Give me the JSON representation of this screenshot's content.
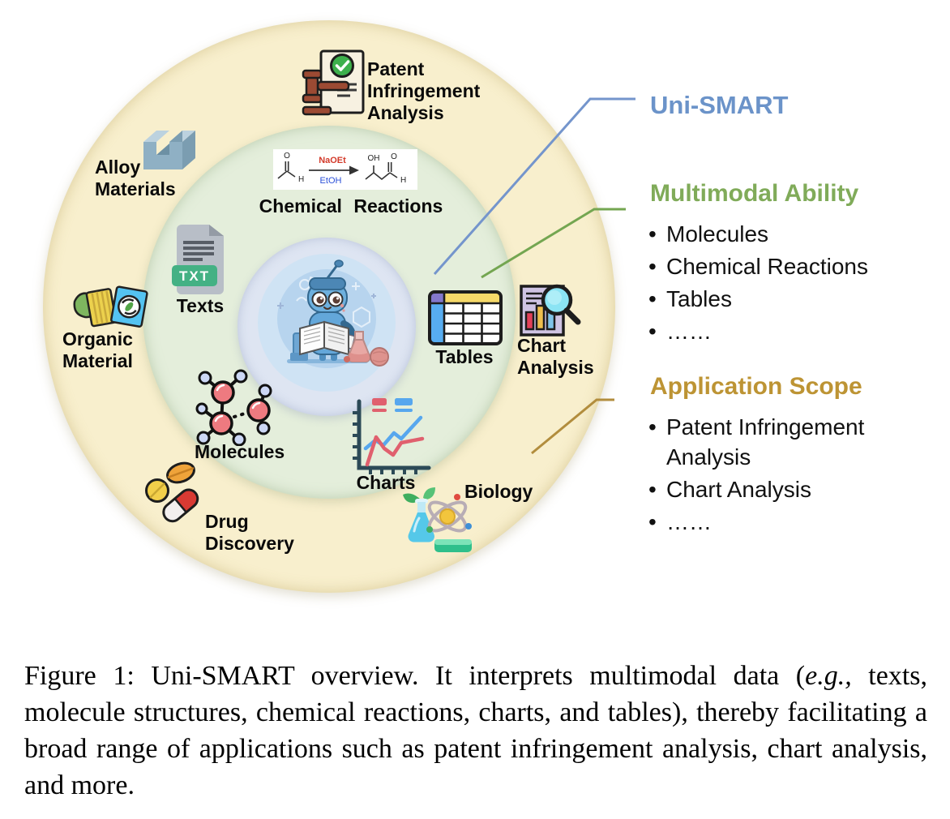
{
  "colors": {
    "outer_ring": "#f8efcd",
    "middle_ring": "#e4eedb",
    "inner_circle": "#dee5f2",
    "robot_background": "#cfe3f4",
    "uni_smart_blue": "#6b93c9",
    "multimodal_green": "#80ab59",
    "application_gold": "#bd9434",
    "label_black": "#0a0a0a"
  },
  "icons": {
    "patent-icon": "document with gavel and green check",
    "alloy-icon": "steel U-channel extrusion",
    "texts-icon": "TXT file document",
    "organic-icon": "stacked recycled-material cards with leaf",
    "robot-icon": "Uni-SMART robot mascot reading a book among flasks",
    "tables-icon": "spreadsheet table grid",
    "chart-analysis-icon": "bar chart document with magnifying glass",
    "molecules-icon": "ball-and-stick molecule structure",
    "charts-icon": "line chart with axes and legend",
    "biology-icon": "flask with plant, atom and petri dish",
    "drug-icon": "pills and capsule"
  },
  "diagram": {
    "labels": {
      "patent": "Patent\nInfringement\nAnalysis",
      "alloy": "Alloy\nMaterials",
      "chemical": "Chemical Reactions",
      "texts": "Texts",
      "organic": "Organic\nMaterial",
      "tables": "Tables",
      "chart_analysis": "Chart\nAnalysis",
      "molecules": "Molecules",
      "charts": "Charts",
      "biology": "Biology",
      "drug": "Drug\nDiscovery",
      "txt_badge": "TXT"
    },
    "reaction": {
      "left_o": "O",
      "left_h": "H",
      "above_arrow": "NaOEt",
      "below_arrow": "EtOH",
      "right_oh": "OH",
      "right_o": "O",
      "right_h": "H"
    }
  },
  "legend": {
    "uni_smart": "Uni-SMART",
    "multimodal": {
      "title": "Multimodal Ability",
      "items": [
        "Molecules",
        "Chemical Reactions",
        "Tables",
        "……"
      ]
    },
    "application": {
      "title": "Application Scope",
      "items": [
        "Patent Infringement Analysis",
        "Chart Analysis",
        "……"
      ]
    }
  },
  "caption": {
    "part1": "Figure 1: Uni-SMART overview. It interprets multimodal data (",
    "italic": "e.g.,",
    "part2": " texts, molecule structures, chemical reactions, charts, and tables), thereby facilitating a broad range of applications such as patent infringement analysis, chart analysis, and more."
  }
}
